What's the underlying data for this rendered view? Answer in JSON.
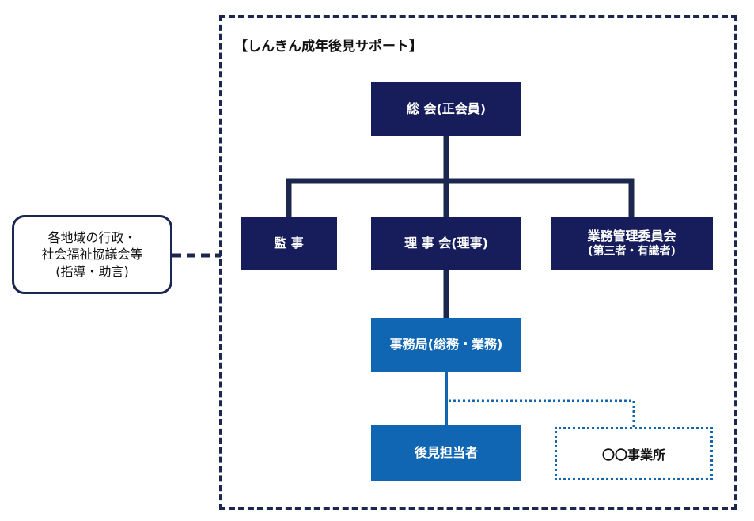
{
  "org": {
    "title": "【しんきん成年後見サポート】"
  },
  "nodes": {
    "general_assembly": "総 会(正会員)",
    "auditor": "監 事",
    "board": "理 事 会(理事)",
    "committee": "業務管理委員会",
    "committee_sub": "(第三者・有識者)",
    "secretariat": "事務局(総務・業務)",
    "guardian": "後見担当者",
    "office": "〇〇事業所",
    "external_line1": "各地域の行政・",
    "external_line2": "社会福祉協議会等",
    "external_line3": "(指導・助言)"
  },
  "colors": {
    "navy": "#161d5a",
    "blue": "#1066b2",
    "connector": "#1c2750",
    "frame": "#1c2750"
  }
}
